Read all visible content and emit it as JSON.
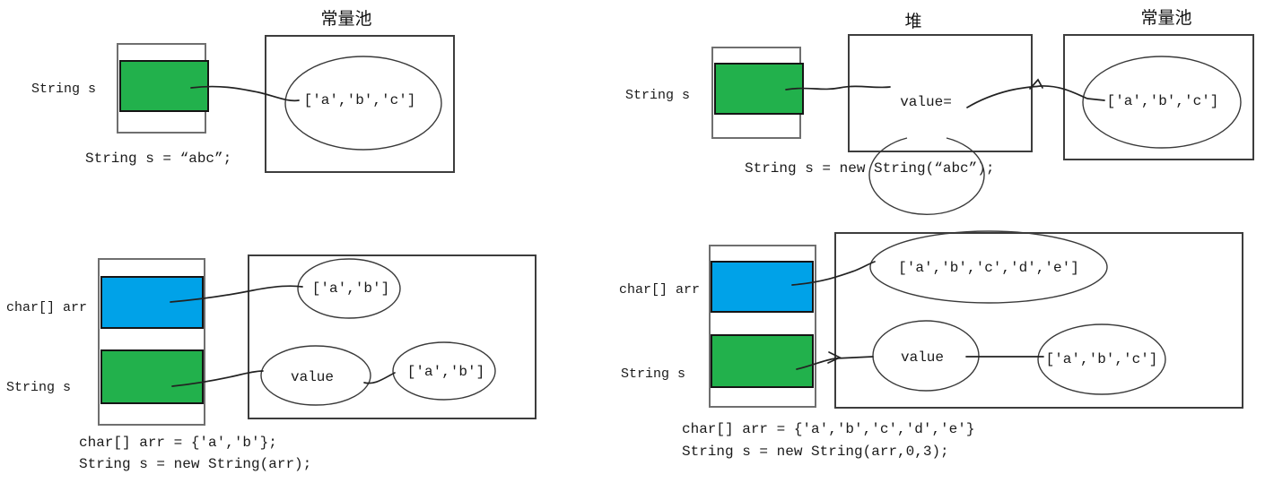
{
  "colors": {
    "stack_green": "#22B14C",
    "stack_blue": "#00A2E8",
    "line": "#222222",
    "box_border": "#3d3d3d"
  },
  "diagram1": {
    "pool_title": "常量池",
    "stack_label": "String s",
    "pool_value": "['a','b','c']",
    "caption": "String s = “abc”;"
  },
  "diagram2": {
    "heap_title": "堆",
    "pool_title": "常量池",
    "stack_label": "String s",
    "heap_value": "value=",
    "pool_value": "['a','b','c']",
    "caption": "String s = new String(“abc”);"
  },
  "diagram3": {
    "arr_label": "char[] arr",
    "s_label": "String s",
    "arr_value": "['a','b']",
    "value_label": "value",
    "s_value": "['a','b']",
    "caption1": "char[] arr = {'a','b'};",
    "caption2": "String s = new String(arr);"
  },
  "diagram4": {
    "arr_label": "char[] arr",
    "s_label": "String s",
    "arr_value": "['a','b','c','d','e']",
    "value_label": "value",
    "s_value": "['a','b','c']",
    "caption1": "char[] arr = {'a','b','c','d','e'}",
    "caption2": "String s = new String(arr,0,3);"
  }
}
